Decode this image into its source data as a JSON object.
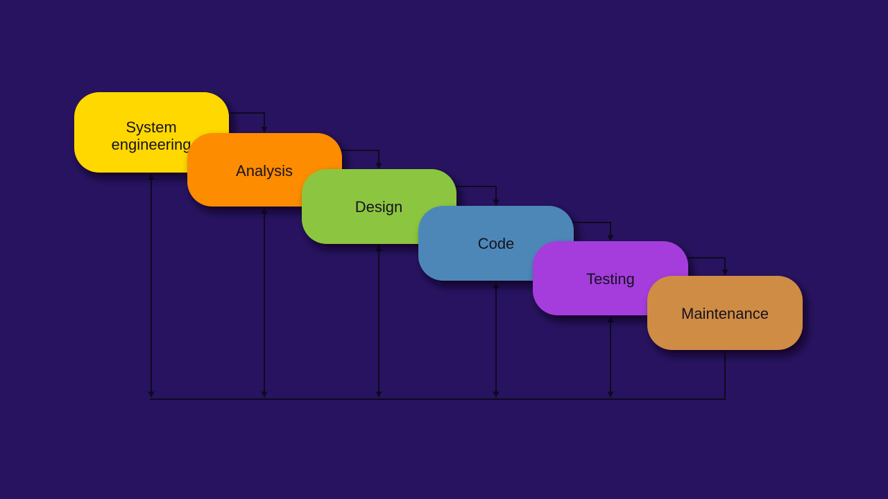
{
  "diagram": {
    "type": "waterfall-model-flow",
    "background": "#281360",
    "line_color": "#0D0A1E",
    "text_color": "#16121F",
    "stages": [
      {
        "label": "System engineering",
        "line1": "System",
        "line2": "engineering",
        "color": "#FFD800"
      },
      {
        "label": "Analysis",
        "color": "#FD8C03"
      },
      {
        "label": "Design",
        "color": "#8CC63F"
      },
      {
        "label": "Code",
        "color": "#4D87B8"
      },
      {
        "label": "Testing",
        "color": "#A43CDC"
      },
      {
        "label": "Maintenance",
        "color": "#CF8C44"
      }
    ],
    "flow": {
      "forward_sequence": [
        "System engineering",
        "Analysis",
        "Design",
        "Code",
        "Testing",
        "Maintenance"
      ],
      "feedback_line": "bottom line from Maintenance back up into each earlier stage"
    }
  }
}
